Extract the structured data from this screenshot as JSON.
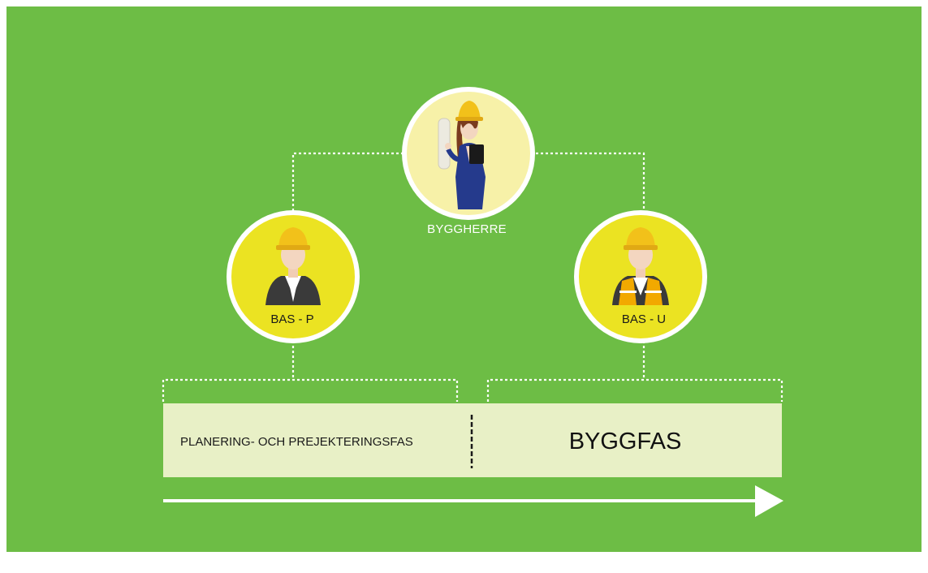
{
  "roles": {
    "client": {
      "label": "BYGGHERRE",
      "icon": "woman-with-hardhat-and-blueprint-icon"
    },
    "planning_coordinator": {
      "label": "BAS - P",
      "icon": "man-with-hardhat-and-suit-icon"
    },
    "execution_coordinator": {
      "label": "BAS - U",
      "icon": "worker-with-hardhat-and-vest-icon"
    }
  },
  "phases": {
    "planning": {
      "label": "PLANERING- OCH PREJEKTERINGSFAS"
    },
    "construction": {
      "label": "BYGGFAS"
    }
  },
  "arrow": {
    "icon": "arrow-right-icon"
  },
  "colors": {
    "background": "#6dbd45",
    "phase_bar": "#e8f0c6",
    "circle_light": "#f7f1a8",
    "circle_yellow": "#ebe322",
    "connector": "#ffffff"
  }
}
